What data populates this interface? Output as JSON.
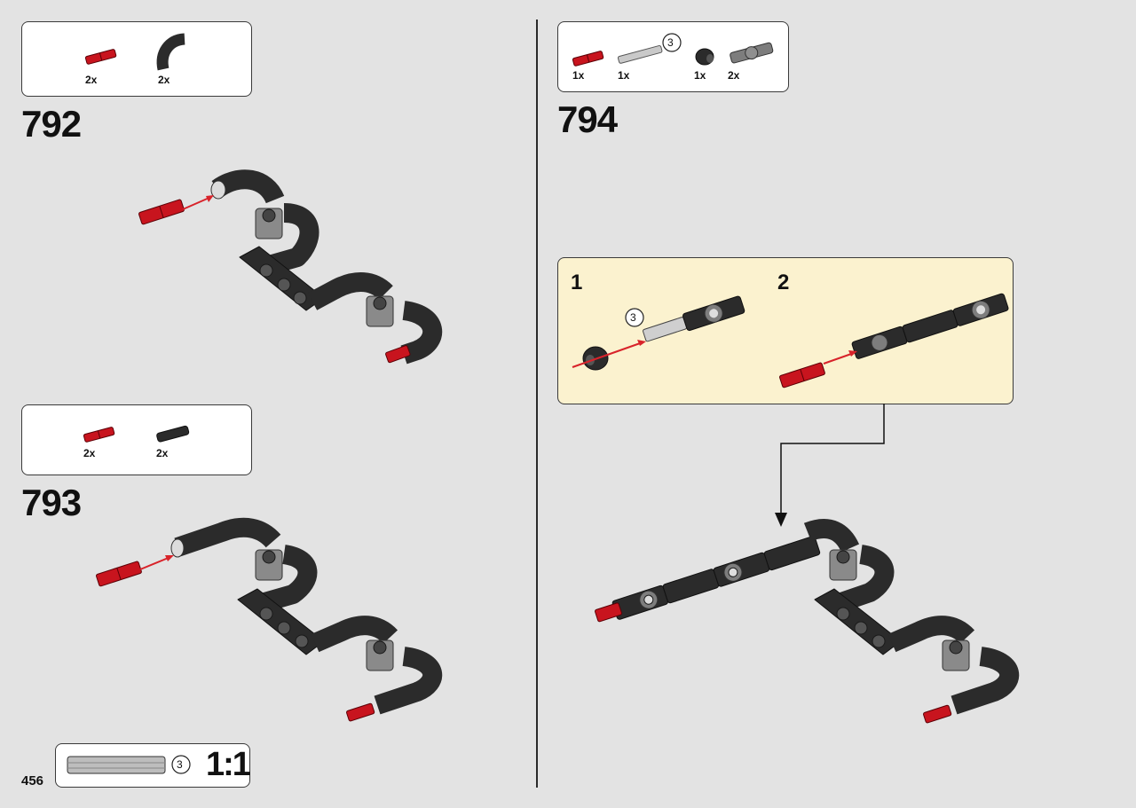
{
  "page": {
    "number": "456",
    "scale_label": "1:1",
    "ruler_length": "3"
  },
  "steps": [
    {
      "number": "792",
      "parts": [
        {
          "qty": "2x",
          "part": "red-pin"
        },
        {
          "qty": "2x",
          "part": "black-curved-connector"
        }
      ]
    },
    {
      "number": "793",
      "parts": [
        {
          "qty": "2x",
          "part": "red-pin"
        },
        {
          "qty": "2x",
          "part": "black-tube"
        }
      ]
    },
    {
      "number": "794",
      "parts": [
        {
          "qty": "1x",
          "part": "red-pin"
        },
        {
          "qty": "1x",
          "part": "grey-axle",
          "length": "3"
        },
        {
          "qty": "1x",
          "part": "black-bush"
        },
        {
          "qty": "2x",
          "part": "grey-cross-connector"
        }
      ],
      "substeps": [
        {
          "number": "1",
          "axle_length": "3"
        },
        {
          "number": "2"
        }
      ]
    }
  ],
  "colors": {
    "background": "#e3e3e3",
    "callout": "#fbf2cf",
    "pin_red": "#c8141e",
    "part_black": "#2b2b2b",
    "part_grey": "#8a8a8a",
    "arrow_red": "#d8232a"
  }
}
